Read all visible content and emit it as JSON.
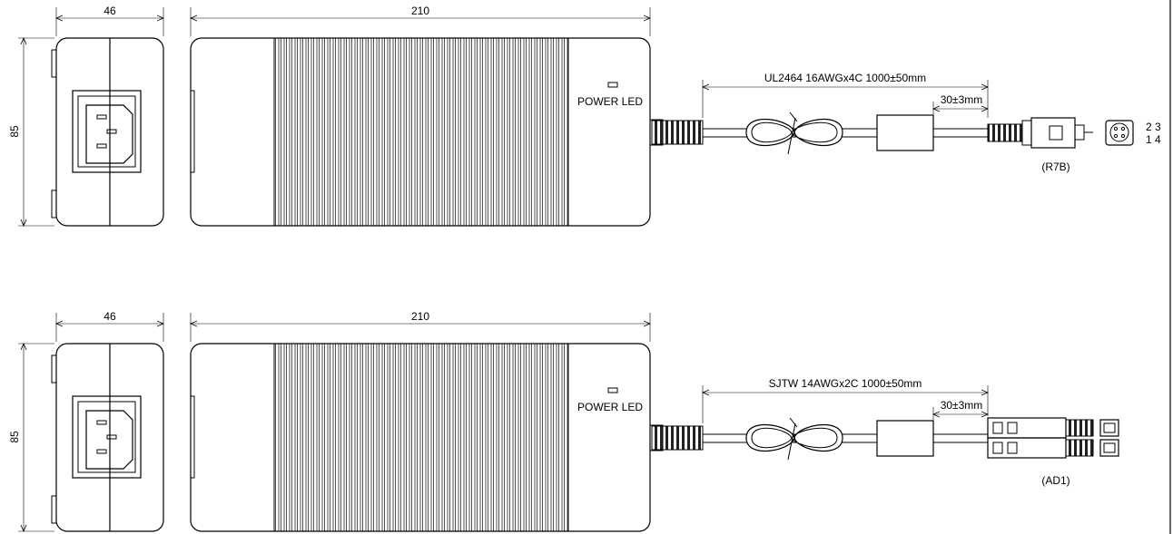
{
  "drawings": [
    {
      "id": "r7b",
      "side_width": "46",
      "body_length": "210",
      "height": "85",
      "led_label": "POWER LED",
      "cable_spec": "UL2464 16AWGx4C 1000±50mm",
      "ferrite_offset": "30±3mm",
      "connector_code": "(R7B)",
      "pin_labels": [
        "2 3",
        "1 4"
      ]
    },
    {
      "id": "ad1",
      "side_width": "46",
      "body_length": "210",
      "height": "85",
      "led_label": "POWER LED",
      "cable_spec": "SJTW 14AWGx2C 1000±50mm",
      "ferrite_offset": "30±3mm",
      "connector_code": "(AD1)",
      "pin_labels": []
    }
  ]
}
